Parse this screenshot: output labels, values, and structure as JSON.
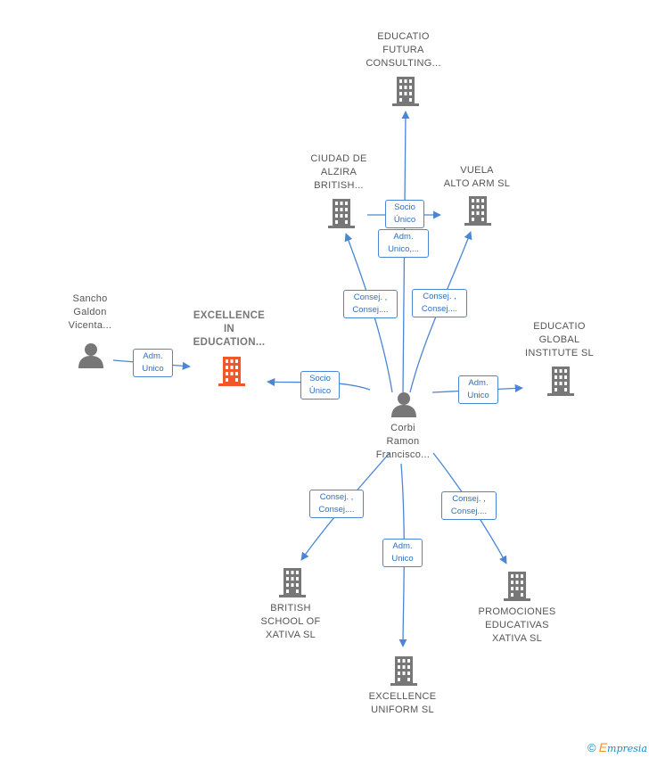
{
  "nodes": {
    "educatio_futura": {
      "label": "EDUCATIO\nFUTURA\nCONSULTING...",
      "kind": "company"
    },
    "ciudad_alzira": {
      "label": "CIUDAD DE\nALZIRA\nBRITISH...",
      "kind": "company"
    },
    "vuela_alto": {
      "label": "VUELA\nALTO ARM  SL",
      "kind": "company"
    },
    "sancho": {
      "label": "Sancho\nGaldon\nVicenta...",
      "kind": "person"
    },
    "excellence_education": {
      "label": "EXCELLENCE\nIN\nEDUCATION...",
      "kind": "company-focus"
    },
    "educatio_global": {
      "label": "EDUCATIO\nGLOBAL\nINSTITUTE  SL",
      "kind": "company"
    },
    "corbi": {
      "label": "Corbi\nRamon\nFrancisco...",
      "kind": "person"
    },
    "british_school": {
      "label": "BRITISH\nSCHOOL OF\nXATIVA  SL",
      "kind": "company"
    },
    "promociones": {
      "label": "PROMOCIONES\nEDUCATIVAS\nXATIVA SL",
      "kind": "company"
    },
    "excellence_uniform": {
      "label": "EXCELLENCE\nUNIFORM  SL",
      "kind": "company"
    }
  },
  "edges": {
    "socio_unico_top": "Socio\nÚnico",
    "adm_unico_top": "Adm.\nUnico,...",
    "consej_ciudad": "Consej. ,\nConsej....",
    "consej_vuela": "Consej. ,\nConsej....",
    "socio_unico_excellence": "Socio\nÚnico",
    "adm_unico_global": "Adm.\nUnico",
    "adm_unico_sancho": "Adm.\nUnico",
    "consej_british": "Consej. ,\nConsej....",
    "adm_unico_uniform": "Adm.\nUnico",
    "consej_promociones": "Consej. ,\nConsej...."
  },
  "colors": {
    "edge": "#4a86d4",
    "company_icon": "#777777",
    "focus_icon": "#f0582a",
    "person_icon": "#777777"
  },
  "footer": {
    "copyright": "©",
    "brand_initial": "E",
    "brand_rest": "mpresia"
  }
}
